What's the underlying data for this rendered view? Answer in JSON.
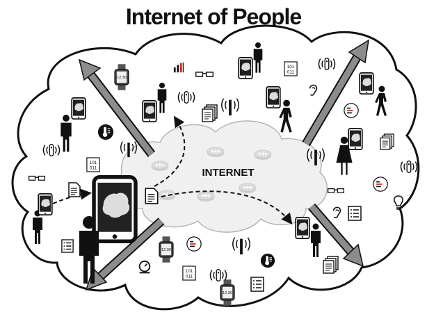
{
  "title": "Internet of People",
  "center_cloud": {
    "label": "INTERNET",
    "router_count": 6
  },
  "data_labels": {
    "binary": "101\n011",
    "watch_time": "12:30"
  },
  "colors": {
    "outline": "#111111",
    "arrow_fill": "#8c8c8c",
    "inner_cloud_fill": "#f0f0f0",
    "accent_red": "#d42020"
  },
  "icons": [
    "person-icon",
    "smartphone-brain-icon",
    "smartwatch-icon",
    "glasses-icon",
    "document-icon",
    "wireless-tag-icon",
    "signal-tower-icon",
    "binary-data-icon",
    "thermometer-icon",
    "sensor-icon",
    "bar-chart-icon",
    "ear-icon",
    "bulb-icon",
    "router-icon"
  ]
}
